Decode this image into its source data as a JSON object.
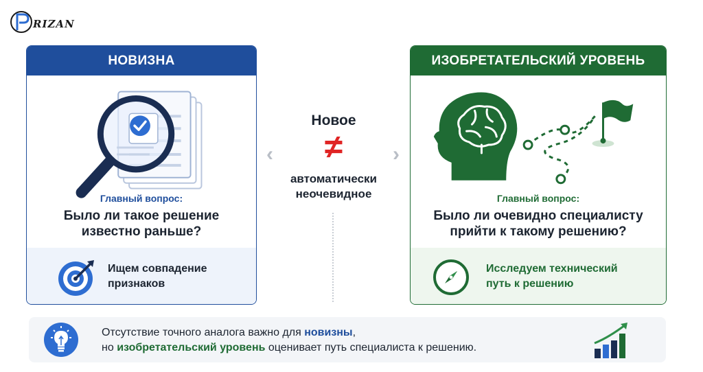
{
  "logo": {
    "text": "RIZAN",
    "icon": "logo-p-icon"
  },
  "left_card": {
    "title": "НОВИЗНА",
    "question_label": "Главный вопрос:",
    "question_lines": [
      "Было ли такое решение",
      "известно раньше?"
    ],
    "footer_lines": [
      "Ищем совпадение",
      "признаков"
    ],
    "illustration_icon": "magnifier-documents-icon",
    "footer_icon": "target-icon",
    "accent_color": "#1f4e9c"
  },
  "middle": {
    "top_word": "Новое",
    "symbol": "≠",
    "bottom_lines": [
      "автоматически",
      "неочевидное"
    ],
    "chevron_left": "‹",
    "chevron_right": "›",
    "symbol_color": "#e02424"
  },
  "right_card": {
    "title": "ИЗОБРЕТАТЕЛЬСКИЙ УРОВЕНЬ",
    "question_label": "Главный вопрос:",
    "question_lines": [
      "Было ли очевидно специалисту",
      "прийти к такому решению?"
    ],
    "footer_lines": [
      "Исследуем технический",
      "путь к решению"
    ],
    "illustration_icon": "brain-path-flag-icon",
    "footer_icon": "compass-icon",
    "accent_color": "#1f6b34"
  },
  "bottom_bar": {
    "line1_prefix": "Отсутствие точного аналога важно для ",
    "line1_highlight": "новизны",
    "line1_suffix": ",",
    "line2_prefix": "но ",
    "line2_highlight": "изобретательский уровень",
    "line2_suffix": " оценивает путь специалиста к решению.",
    "left_icon": "lightbulb-icon",
    "right_icon": "growth-bars-icon"
  }
}
